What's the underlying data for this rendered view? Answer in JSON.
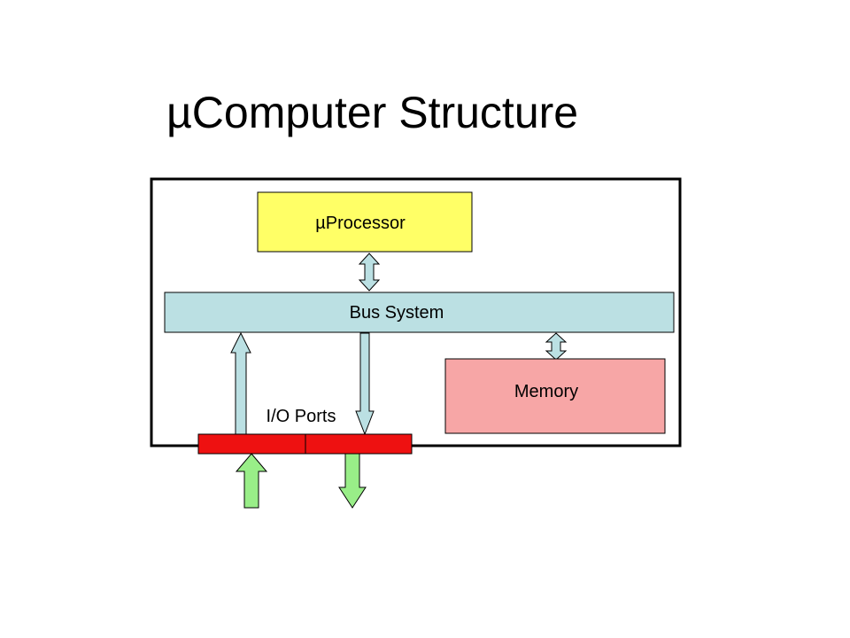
{
  "title": "µComputer Structure",
  "diagram": {
    "processor_label": "µProcessor",
    "bus_label": "Bus System",
    "memory_label": "Memory",
    "io_label": "I/O Ports"
  },
  "colors": {
    "processor": "#ffff66",
    "bus": "#bbe0e3",
    "memory": "#f7a6a6",
    "io_port": "#ee1111",
    "io_arrow": "#99ee88",
    "bus_arrow": "#bbe0e3",
    "outline": "#000000"
  }
}
